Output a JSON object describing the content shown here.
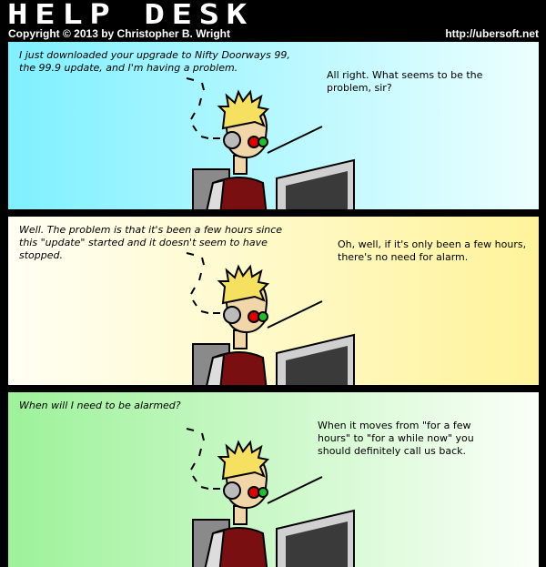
{
  "header": {
    "title": "HELP DESK",
    "copyright": "Copyright © 2013 by Christopher B. Wright",
    "url": "http://ubersoft.net"
  },
  "panels": [
    {
      "caller": "I just downloaded your upgrade to Nifty Doorways 99, the 99.9 update, and I'm having a problem.",
      "agent": "All right. What seems to be the problem, sir?"
    },
    {
      "caller": "Well. The problem is that it's been a few hours since this \"update\" started and it doesn't seem to have stopped.",
      "agent": "Oh, well, if it's only been a few hours, there's no need for alarm."
    },
    {
      "caller": "When will I need to be alarmed?",
      "agent": "When it moves from \"for a few hours\" to \"for a while now\" you should definitely call us back."
    }
  ]
}
